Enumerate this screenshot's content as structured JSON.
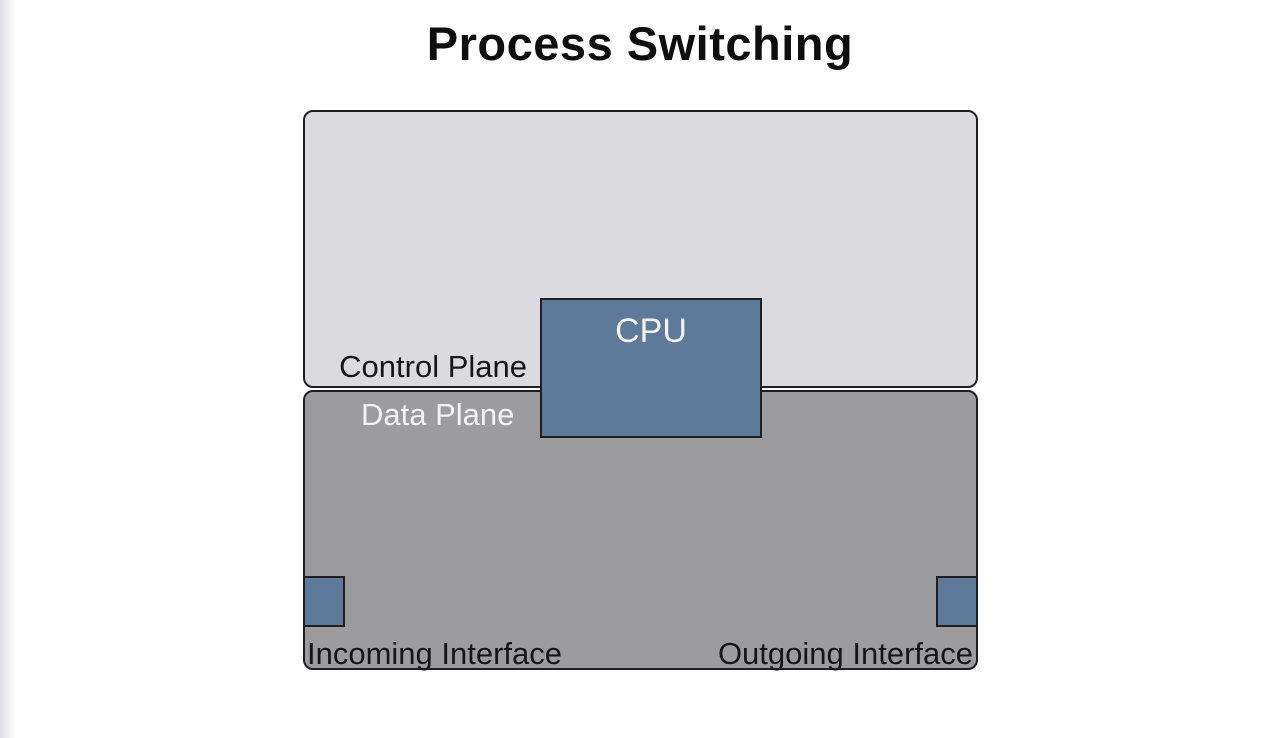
{
  "slide": {
    "title": "Process Switching"
  },
  "diagram": {
    "control_plane": {
      "label": "Control Plane"
    },
    "data_plane": {
      "label": "Data Plane"
    },
    "cpu": {
      "label": "CPU"
    },
    "incoming_interface": {
      "label": "Incoming Interface"
    },
    "outgoing_interface": {
      "label": "Outgoing Interface"
    }
  },
  "colors": {
    "control_plane_fill": "#dbdade",
    "data_plane_fill": "#9c9b9e",
    "cpu_fill": "#5d7a9b",
    "outline": "#1f1f1f",
    "title_text": "#0e0e0e",
    "dark_text": "#161616",
    "light_text": "#f4f3f6",
    "background": "#ffffff"
  }
}
